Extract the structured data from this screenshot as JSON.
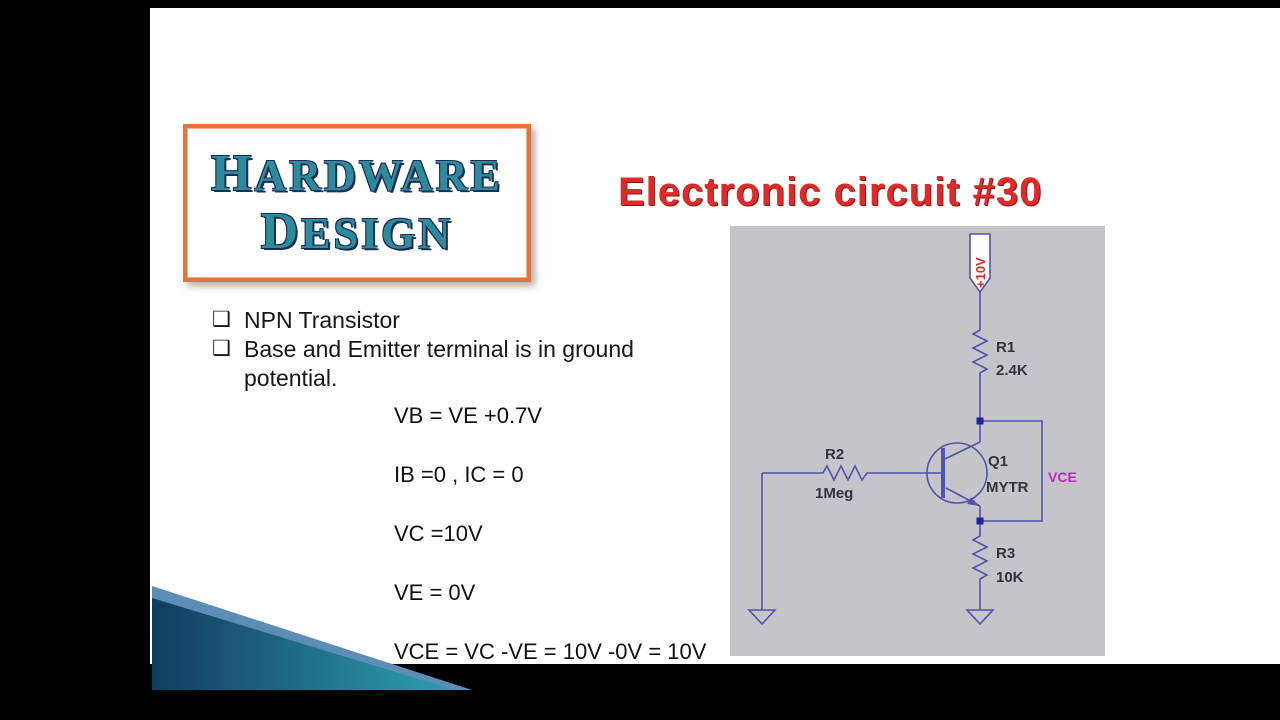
{
  "logo": {
    "line1": "HARDWARE",
    "line2": "DESIGN"
  },
  "title": "Electronic circuit #30",
  "bullets": [
    {
      "marker": "❑",
      "text": "NPN Transistor"
    },
    {
      "marker": "❑",
      "text": "Base and Emitter terminal is in ground potential."
    }
  ],
  "equations": [
    "VB = VE +0.7V",
    "IB =0 , IC = 0",
    "VC =10V",
    "VE = 0V",
    "VCE = VC -VE = 10V -0V = 10V"
  ],
  "circuit": {
    "supply_label": "+10V",
    "r1_ref": "R1",
    "r1_value": "2.4K",
    "r2_ref": "R2",
    "r2_value": "1Meg",
    "r3_ref": "R3",
    "r3_value": "10K",
    "q1_ref": "Q1",
    "q1_model": "MYTR",
    "vce_label": "VCE"
  },
  "colors": {
    "title_red": "#e02a2a",
    "logo_teal": "#2e8b9e",
    "logo_outline_navy": "#1b2c55",
    "logo_border_orange": "#e2763a",
    "circuit_background": "#c5c5c9",
    "wire_blue": "#5252b0",
    "node_blue": "#2121a8",
    "supply_red": "#d92b2b",
    "vce_magenta": "#c724c7",
    "decoration_teal": "#2fa0b0",
    "decoration_navy": "#123c5e"
  }
}
